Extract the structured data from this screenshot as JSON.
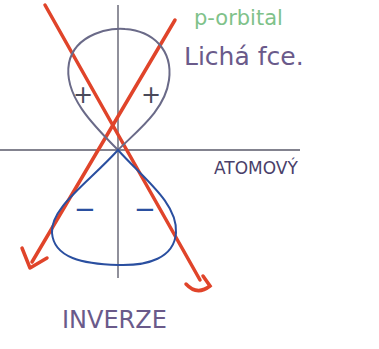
{
  "diagram": {
    "nodes": [
      {
        "text": [
          "+",
          "+"
        ]
      },
      {
        "text": [
          "−",
          "−"
        ]
      }
    ],
    "labels": [
      "p-orbital",
      "Lichá fce.",
      "ATOMOVÝ",
      "INVERZE"
    ]
  }
}
